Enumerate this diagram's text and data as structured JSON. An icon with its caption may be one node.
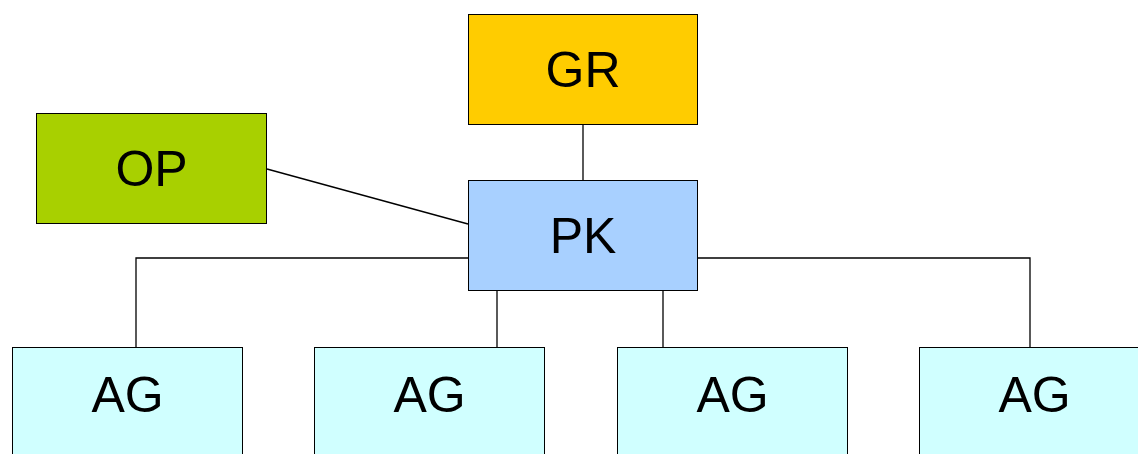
{
  "diagram": {
    "nodes": [
      {
        "text": [
          "GR"
        ]
      },
      {
        "text": [
          "OP"
        ]
      },
      {
        "text": [
          "PK"
        ]
      },
      {
        "text": [
          "AG"
        ]
      },
      {
        "text": [
          "AG"
        ]
      },
      {
        "text": [
          "AG"
        ]
      },
      {
        "text": [
          "AG"
        ]
      }
    ],
    "edges": [
      {
        "from": 0,
        "to": 2,
        "arrow": "none"
      },
      {
        "from": 1,
        "to": 2,
        "arrow": "none"
      },
      {
        "from": 2,
        "to": 3,
        "arrow": "none"
      },
      {
        "from": 2,
        "to": 4,
        "arrow": "none"
      },
      {
        "from": 2,
        "to": 5,
        "arrow": "none"
      },
      {
        "from": 2,
        "to": 6,
        "arrow": "none"
      }
    ]
  }
}
